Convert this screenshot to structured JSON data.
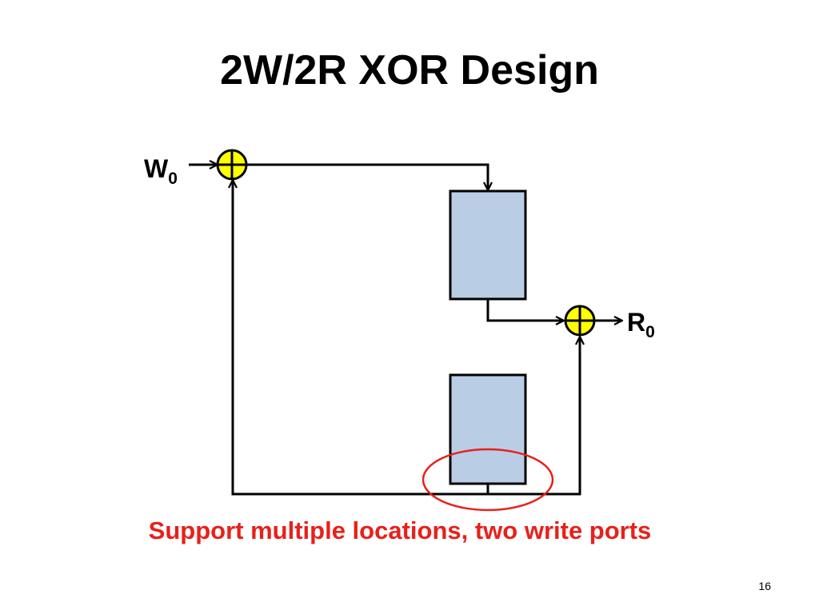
{
  "slide": {
    "title": "2W/2R XOR Design",
    "caption": "Support multiple locations, two write ports",
    "page_number": "16"
  },
  "diagram": {
    "write_port": {
      "letter": "W",
      "subscript": "0"
    },
    "read_port": {
      "letter": "R",
      "subscript": "0"
    },
    "colors": {
      "xor_fill": "#ffff00",
      "memory_fill": "#b9cde5",
      "highlight": "#e8201a",
      "line": "#000000"
    }
  }
}
